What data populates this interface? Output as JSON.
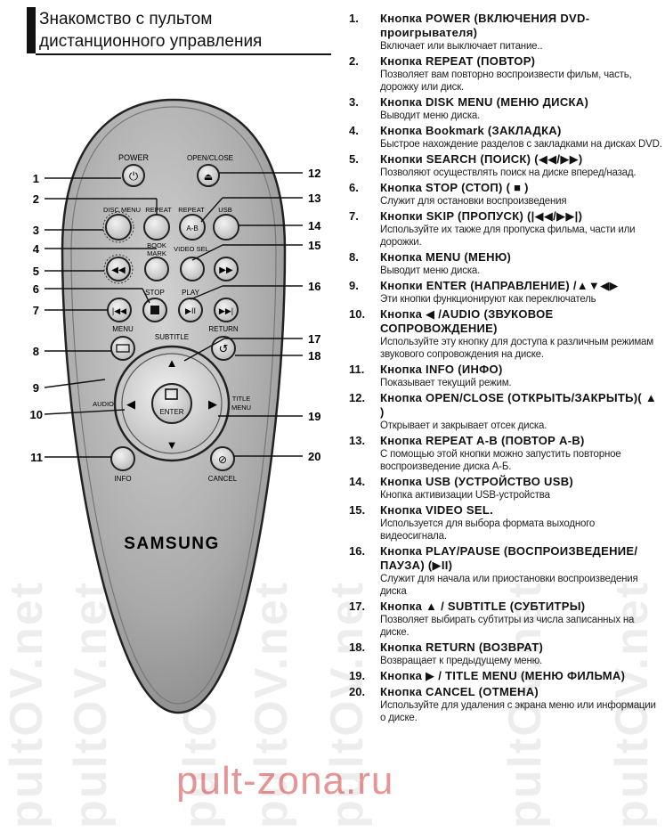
{
  "page": {
    "title_line1": "Знакомство с пультом",
    "title_line2": "дистанционного управления",
    "watermark": "pult-zona.ru",
    "bg_watermark": "pultOV.net"
  },
  "remote": {
    "brand": "SAMSUNG",
    "labels": {
      "power": "POWER",
      "open_close": "OPEN/CLOSE",
      "disc_menu": "DISC MENU",
      "repeat": "REPEAT",
      "repeat_ab": "REPEAT",
      "ab": "A-B",
      "usb": "USB",
      "book": "BOOK",
      "mark": "MARK",
      "video_sel": "VIDEO SEL.",
      "stop": "STOP",
      "play": "PLAY",
      "menu": "MENU",
      "subtitle": "SUBTITLE",
      "return": "RETURN",
      "audio": "AUDIO",
      "title": "TITLE",
      "title_menu": "MENU",
      "enter": "ENTER",
      "info": "INFO",
      "cancel": "CANCEL"
    },
    "callouts_left": [
      "1",
      "2",
      "3",
      "4",
      "5",
      "6",
      "7",
      "8",
      "9",
      "10",
      "11"
    ],
    "callouts_right": [
      "12",
      "13",
      "14",
      "15",
      "16",
      "17",
      "18",
      "19",
      "20"
    ]
  },
  "items": [
    {
      "num": "1.",
      "title": "Кнопка POWER (ВКЛЮЧЕНИЯ DVD-проигрывателя)",
      "desc": "Включает или выключает питание.."
    },
    {
      "num": "2.",
      "title": "Кнопка REPEAT (ПОВТОР)",
      "desc": "Позволяет вам повторно воспроизвести фильм, часть, дорожку или диск."
    },
    {
      "num": "3.",
      "title": "Кнопка DISK MENU (МЕНЮ ДИСКА)",
      "desc": "Выводит меню диска."
    },
    {
      "num": "4.",
      "title": "Кнопка Bookmark (ЗАКЛАДКА)",
      "desc": "Быстрое нахождение разделов с закладками на дисках DVD."
    },
    {
      "num": "5.",
      "title": "Кнопки SEARCH (ПОИСК) (◀◀/▶▶)",
      "desc": "Позволяют осуществлять поиск на диске вперед/назад."
    },
    {
      "num": "6.",
      "title": "Кнопка STOP (СТОП) ( ■ )",
      "desc": "Служит для остановки воспроизведения"
    },
    {
      "num": "7.",
      "title": "Кнопки SKIP (ПРОПУСК) (|◀◀/▶▶|)",
      "desc": "Используйте их также для пропуска фильма, части или дорожки."
    },
    {
      "num": "8.",
      "title": "Кнопка MENU (МЕНЮ)",
      "desc": "Выводит меню диска."
    },
    {
      "num": "9.",
      "title": "Кнопки ENTER (НАПРАВЛЕНИЕ) /▲▼◀▶",
      "desc": "Эти кнопки функционируют как переключатель"
    },
    {
      "num": "10.",
      "title": "Кнопка ◀ /AUDIO (ЗВУКОВОЕ СОПРОВОЖДЕНИЕ)",
      "desc": "Используйте эту кнопку для доступа к различным режимам звукового сопровождения на диске."
    },
    {
      "num": "11.",
      "title": "Кнопка INFO (ИНФО)",
      "desc": "Показывает текущий режим."
    },
    {
      "num": "12.",
      "title": "Кнопка OPEN/CLOSE (ОТКРЫТЬ/ЗАКРЫТЬ)( ▲ )",
      "desc": "Открывает и закрывает отсек диска."
    },
    {
      "num": "13.",
      "title": "Кнопка REPEAT A-B (ПОВТОР A-B)",
      "desc": "С помощью этой кнопки можно запустить повторное воспроизведение диска А-Б."
    },
    {
      "num": "14.",
      "title": "Кнопка  USB (УСТРОЙСТВО USB)",
      "desc": "Кнопка активизации USB-устройства"
    },
    {
      "num": "15.",
      "title": "Кнопка VIDEO SEL.",
      "desc": "Используется для выбора формата выходного видеосигнала."
    },
    {
      "num": "16.",
      "title": "Кнопка PLAY/PAUSE (ВОСПРОИЗВЕДЕНИЕ/ПАУЗА) (▶II)",
      "desc": "Служит для начала или приостановки воспроизведения диска"
    },
    {
      "num": "17.",
      "title": "Кнопка ▲ / SUBTITLE (СУБТИТРЫ)",
      "desc": "Позволяет выбирать субтитры из числа записанных на диске."
    },
    {
      "num": "18.",
      "title": "Кнопка RETURN (ВОЗВРАТ)",
      "desc": "Возвращает к предыдущему меню."
    },
    {
      "num": "19.",
      "title": "Кнопка ▶ / TITLE MENU (МЕНЮ ФИЛЬМА)",
      "desc": ""
    },
    {
      "num": "20.",
      "title": "Кнопка CANCEL (ОТМЕНА)",
      "desc": "Используйте для удаления с экрана меню или информации о диске."
    }
  ]
}
